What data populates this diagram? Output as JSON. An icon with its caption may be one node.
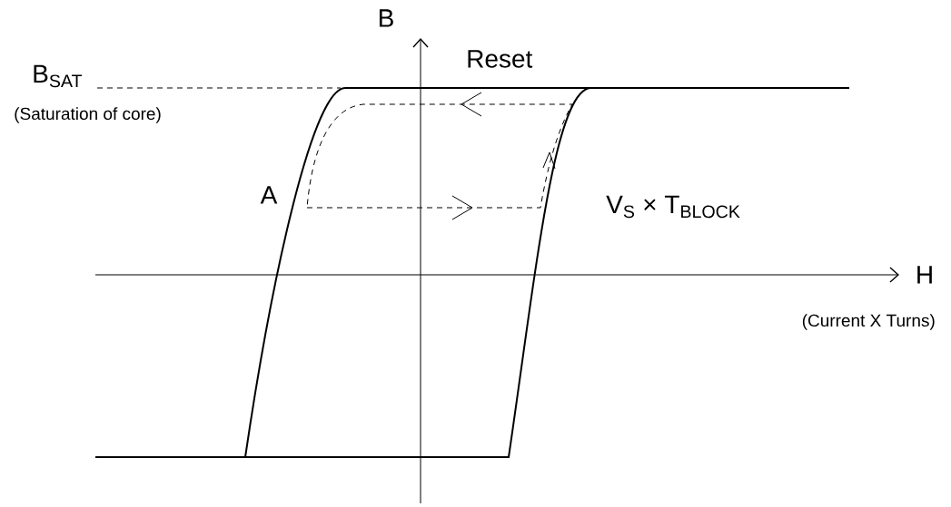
{
  "diagram": {
    "labels": [
      "B",
      "Reset",
      "B$_{SAT}$",
      "(Saturation of core)",
      "A",
      "V$_{S}$ × T$_{BLOCK}$",
      "H",
      "(Current  X Turns)"
    ]
  }
}
